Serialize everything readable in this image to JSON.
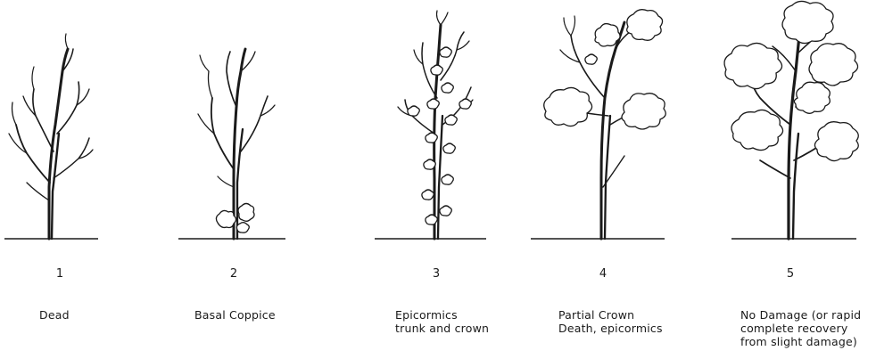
{
  "stages": [
    {
      "number": "1",
      "caption": [
        "Dead"
      ]
    },
    {
      "number": "2",
      "caption": [
        "Basal Coppice"
      ]
    },
    {
      "number": "3",
      "caption": [
        "Epicormics",
        "trunk and crown"
      ]
    },
    {
      "number": "4",
      "caption": [
        "Partial Crown",
        "Death, epicormics"
      ]
    },
    {
      "number": "5",
      "caption": [
        "No Damage (or rapid",
        "complete recovery",
        "from slight damage)"
      ]
    }
  ],
  "colors": {
    "ink": "#1a1a1a",
    "background": "#ffffff"
  }
}
